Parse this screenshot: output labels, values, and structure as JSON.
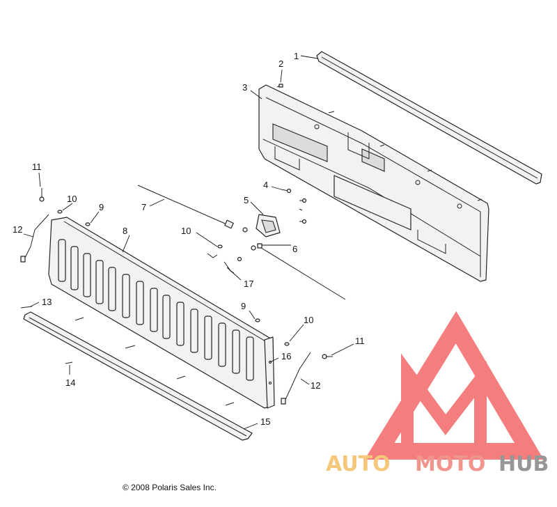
{
  "callouts": {
    "c1": "1",
    "c2": "2",
    "c3": "3",
    "c4": "4",
    "c5": "5",
    "c6": "6",
    "c7": "7",
    "c8": "8",
    "c9a": "9",
    "c9b": "9",
    "c10a": "10",
    "c10b": "10",
    "c10c": "10",
    "c11a": "11",
    "c11b": "11",
    "c12a": "12",
    "c12b": "12",
    "c13": "13",
    "c14": "14",
    "c15": "15",
    "c16": "16",
    "c17": "17"
  },
  "copyright": "© 2008 Polaris Sales Inc.",
  "watermark": {
    "word1": "AUTO",
    "word2": "MOTO",
    "word3": "HUB",
    "colors": {
      "auto": "#f5c16c",
      "moto": "#f08a80",
      "hub": "#8c8c8c",
      "triangle": "#f36f6f"
    }
  }
}
